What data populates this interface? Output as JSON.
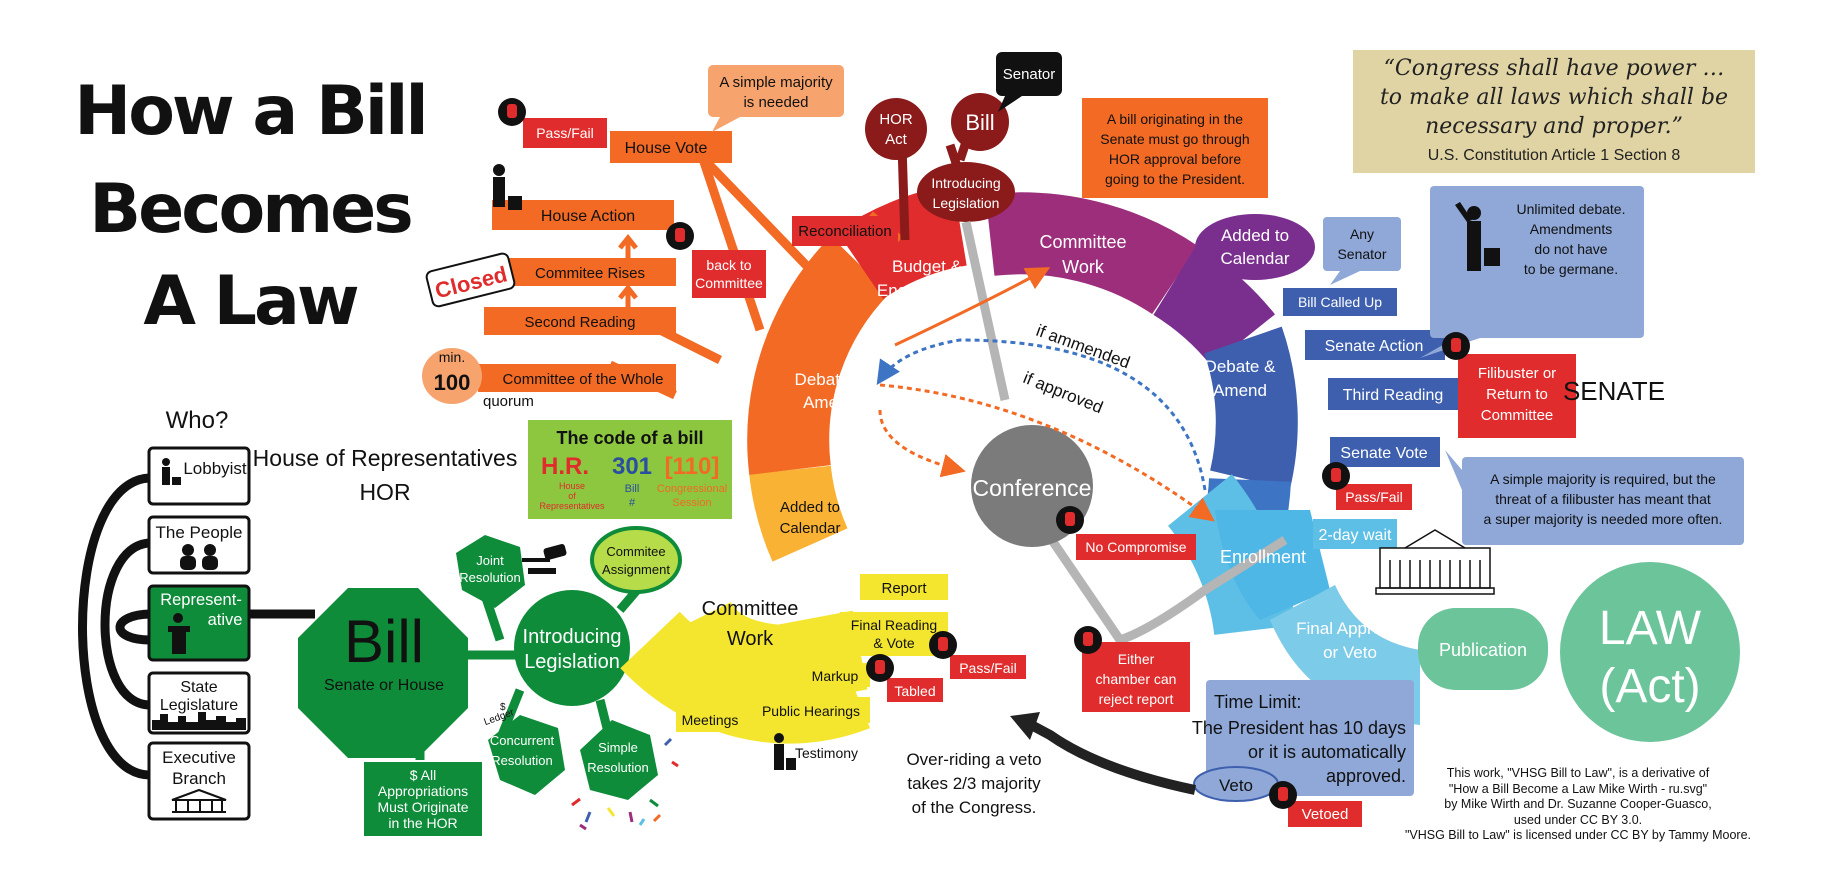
{
  "title": {
    "line1": "How a Bill",
    "line2": "Becomes",
    "line3": "A Law"
  },
  "quote": {
    "line1": "“Congress shall have power …",
    "line2": "to make all laws which shall be",
    "line3": "necessary and proper.”",
    "cite": "U.S. Constitution Article 1 Section 8"
  },
  "who": {
    "heading": "Who?",
    "lobbyist": "Lobbyist",
    "people": "The People",
    "rep1": "Represent-",
    "rep2": "ative",
    "state1": "State",
    "state2": "Legislature",
    "exec1": "Executive",
    "exec2": "Branch"
  },
  "house": {
    "label1": "House of Representatives",
    "label2": "HOR"
  },
  "bill": {
    "label": "Bill",
    "sub": "Senate or House"
  },
  "introducing": {
    "line1": "Introducing",
    "line2": "Legislation",
    "joint1": "Joint",
    "joint2": "Resolution",
    "concurrent1": "Concurrent",
    "concurrent2": "Resolution",
    "simple1": "Simple",
    "simple2": "Resolution",
    "ledger1": "$",
    "ledger2": "Ledger",
    "committee_assignment1": "Commitee",
    "committee_assignment2": "Assignment"
  },
  "appropriations": {
    "line1": "$ All",
    "line2": "Appropriations",
    "line3": "Must Originate",
    "line4": "in the HOR"
  },
  "code": {
    "heading": "The code of a bill",
    "hr": "H.R.",
    "num": "301",
    "session": "[110]",
    "hr_lbl1": "House",
    "hr_lbl2": "of",
    "hr_lbl3": "Representatives",
    "num_lbl1": "Bill",
    "num_lbl2": "#",
    "session_lbl1": "Congressional",
    "session_lbl2": "Session"
  },
  "house_side": {
    "committee_work1": "Committee",
    "committee_work2": "Work",
    "added_calendar1": "Added to",
    "added_calendar2": "Calendar",
    "debate1": "Debate &",
    "debate2": "Amend",
    "budget1": "Budget &",
    "budget2": "Engrossment",
    "report": "Report",
    "final_reading1": "Final Reading",
    "final_reading2": "& Vote",
    "pass_fail": "Pass/Fail",
    "markup": "Markup",
    "tabled": "Tabled",
    "public_hearings": "Public Hearings",
    "meetings": "Meetings",
    "testimony": "Testimony",
    "whole_committee": "Committee of the Whole",
    "min": "min.",
    "hundred": "100",
    "quorum": "quorum",
    "second_reading": "Second Reading",
    "committee_rises": "Commitee Rises",
    "closed": "Closed",
    "back1": "back to",
    "back2": "Committee",
    "house_action": "House Action",
    "house_vote": "House Vote",
    "house_pass_fail": "Pass/Fail",
    "simple_majority1": "A simple majority",
    "simple_majority2": "is needed",
    "reconciliation": "Reconciliation",
    "hor_act1": "HOR",
    "hor_act2": "Act",
    "bill_circle": "Bill",
    "senator": "Senator",
    "intro_leg1": "Introducing",
    "intro_leg2": "Legislation"
  },
  "middle": {
    "conference": "Conference",
    "no_compromise": "No Compromise",
    "if_amended": "if ammended",
    "if_approved": "if approved",
    "either1": "Either",
    "either2": "chamber can",
    "either3": "reject report",
    "originating1": "A bill originating in the",
    "originating2": "Senate must go through",
    "originating3": "HOR approval before",
    "originating4": "going to the President."
  },
  "senate": {
    "label": "SENATE",
    "committee_work1": "Committee",
    "committee_work2": "Work",
    "added_calendar1": "Added to",
    "added_calendar2": "Calendar",
    "any_senator1": "Any",
    "any_senator2": "Senator",
    "bill_called_up": "Bill Called Up",
    "debate1": "Debate &",
    "debate2": "Amend",
    "senate_action": "Senate Action",
    "third_reading": "Third Reading",
    "senate_vote": "Senate Vote",
    "pass_fail": "Pass/Fail",
    "filibuster1": "Filibuster or",
    "filibuster2": "Return to",
    "filibuster3": "Committee",
    "unlimited1": "Unlimited debate.",
    "unlimited2": "Amendments",
    "unlimited3": "do not have",
    "unlimited4": "to be germane.",
    "majority1": "A simple majority is required, but the",
    "majority2": "threat of a filibuster has meant that",
    "majority3": "a super majority is needed more often.",
    "two_day": "2-day wait",
    "enrollment": "Enrollment",
    "final_approval1": "Final Approval",
    "final_approval2": "or Veto",
    "publication": "Publication",
    "law1": "LAW",
    "law2": "(Act)",
    "time1": "Time Limit:",
    "time2": "The President has 10 days",
    "time3": "or it is automatically",
    "time4": "approved.",
    "veto": "Veto",
    "vetoed": "Vetoed",
    "override1": "Over-riding a veto",
    "override2": "takes 2/3 majority",
    "override3": "of the Congress."
  },
  "credit": {
    "line1": "This work, \"VHSG Bill to Law\", is a derivative of",
    "line2": "\"How a Bill Become a Law Mike Wirth - ru.svg\"",
    "line3": "by Mike Wirth and Dr. Suzanne Cooper-Guasco,",
    "line4": "used under CC BY 3.0.",
    "line5": "\"VHSG Bill to Law\" is licensed under CC BY by Tammy Moore."
  },
  "colors": {
    "green": "#0e8c3a",
    "yellow": "#f4e62e",
    "orange": "#f26a24",
    "red": "#e02c2c",
    "magenta": "#9c2e7b",
    "purple": "#7a2f8f",
    "blue": "#3d5fae",
    "lightblue": "#5dbfe6",
    "teal": "#6cc49a",
    "gray": "#999999",
    "quote_bg": "#e0d4a4"
  }
}
